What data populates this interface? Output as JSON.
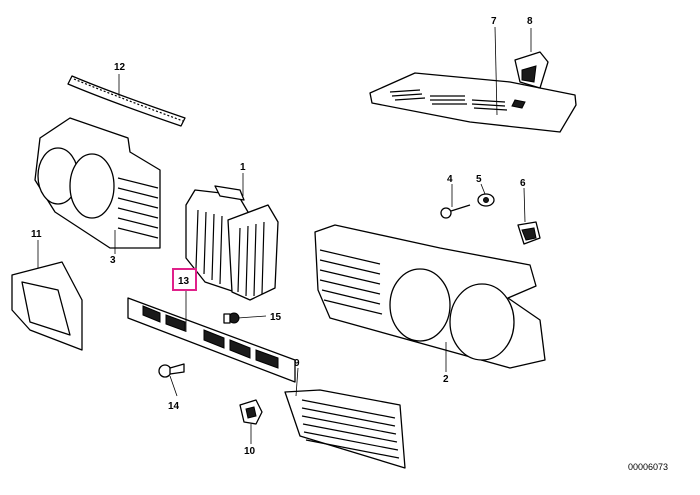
{
  "diagram": {
    "document_number": "00006073",
    "highlighted_callout": "13",
    "highlight_color": "#e0218a",
    "callouts": [
      {
        "id": "c1",
        "label": "1"
      },
      {
        "id": "c2",
        "label": "2"
      },
      {
        "id": "c3",
        "label": "3"
      },
      {
        "id": "c4",
        "label": "4"
      },
      {
        "id": "c5",
        "label": "5"
      },
      {
        "id": "c6",
        "label": "6"
      },
      {
        "id": "c7",
        "label": "7"
      },
      {
        "id": "c8",
        "label": "8"
      },
      {
        "id": "c9",
        "label": "9"
      },
      {
        "id": "c10",
        "label": "10"
      },
      {
        "id": "c11",
        "label": "11"
      },
      {
        "id": "c12",
        "label": "12"
      },
      {
        "id": "c13",
        "label": "13"
      },
      {
        "id": "c14",
        "label": "14"
      },
      {
        "id": "c15",
        "label": "15"
      }
    ]
  }
}
